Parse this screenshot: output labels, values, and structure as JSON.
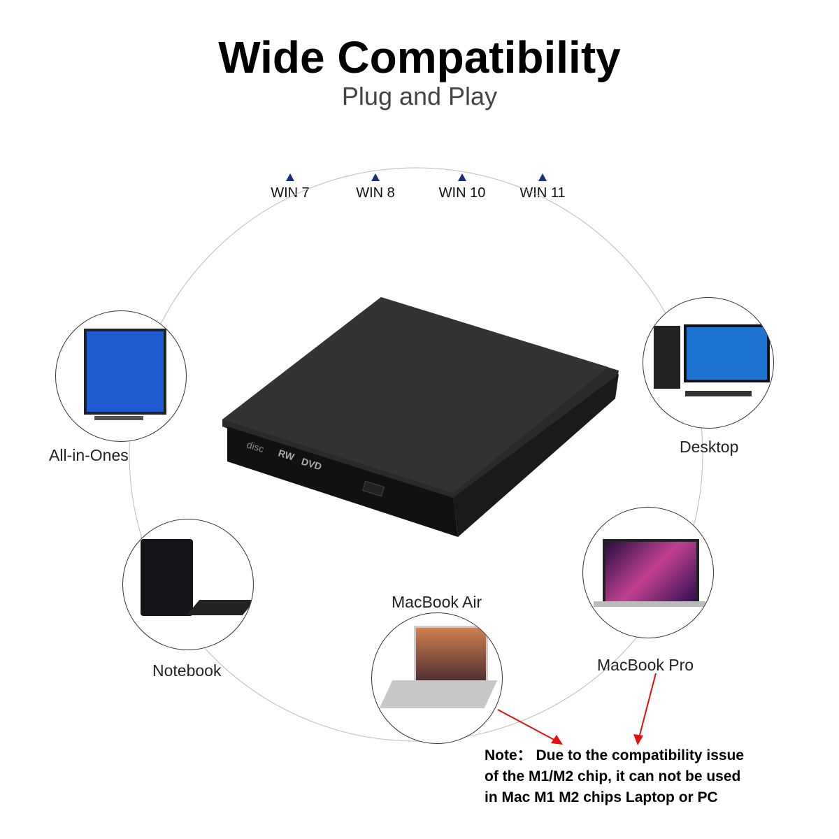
{
  "header": {
    "title": "Wide Compatibility",
    "subtitle": "Plug and Play"
  },
  "os_list": [
    {
      "label": "WIN 7"
    },
    {
      "label": "WIN 8"
    },
    {
      "label": "WIN 10"
    },
    {
      "label": "WIN 11"
    }
  ],
  "devices": [
    {
      "label": "All-in-Ones",
      "icon": "all-in-one-pc"
    },
    {
      "label": "Desktop",
      "icon": "desktop-pc"
    },
    {
      "label": "Notebook",
      "icon": "notebook"
    },
    {
      "label": "MacBook Pro",
      "icon": "macbook-pro"
    },
    {
      "label": "MacBook Air",
      "icon": "macbook-air"
    }
  ],
  "drive_logos": [
    "disc",
    "RW",
    "DVD"
  ],
  "note": {
    "prefix": "Note：",
    "line1": " Due to the compatibility issue",
    "line2": "of the M1/M2 chip, it can not be used",
    "line3": "in Mac M1 M2 chips Laptop or PC"
  },
  "colors": {
    "arrow": "#e01010",
    "triangle": "#1a2f7a",
    "drive": "#1c1c1c"
  }
}
